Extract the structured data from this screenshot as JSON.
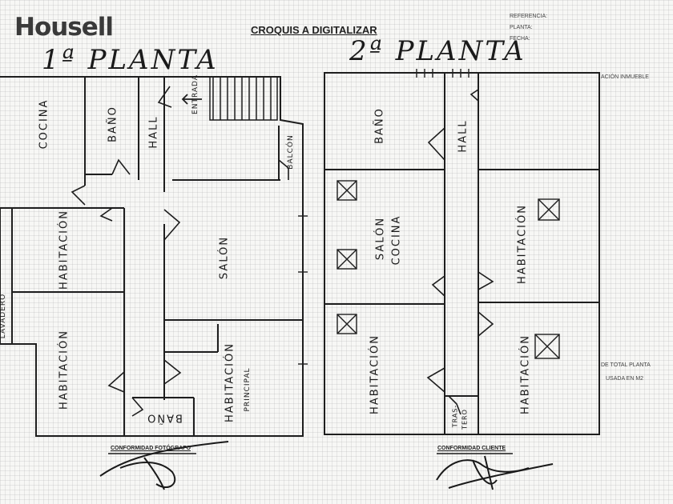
{
  "header": {
    "logo": "Housell",
    "title": "CROQUIS A DIGITALIZAR",
    "meta_referencia": "REFERENCIA:",
    "meta_planta": "PLANTA:",
    "meta_fecha": "FECHA:"
  },
  "side_notes": {
    "direccion": "ACIÓN INMUEBLE",
    "total_planta": "DE TOTAL PLANTA",
    "usada_m2": "USADA EN M2"
  },
  "floors": [
    {
      "title": "1ª PLANTA",
      "rooms": {
        "cocina": "COCINA",
        "bano": "BAÑO",
        "hall": "HALL",
        "entrada": "ENTRADA",
        "balcon": "BALCÓN",
        "habitacion_1": "HABITACIÓN",
        "lavadero": "LAVADERO",
        "salon": "SALÓN",
        "habitacion_2": "HABITACIÓN",
        "habitacion_principal_1": "HABITACIÓN",
        "habitacion_principal_2": "PRINCIPAL",
        "bano_2": "BAÑO"
      }
    },
    {
      "title": "2ª PLANTA",
      "rooms": {
        "bano": "BAÑO",
        "hall": "HALL",
        "salon_cocina_1": "SALÓN",
        "salon_cocina_2": "COCINA",
        "habitacion_1": "HABITACIÓN",
        "habitacion_2": "HABITACIÓN",
        "habitacion_3": "HABITACIÓN",
        "trastero_1": "TRAS-",
        "trastero_2": "TERO"
      }
    }
  ],
  "signatures": {
    "fotografo": "CONFORMIDAD FOTÓGRAFO",
    "cliente": "CONFORMIDAD CLIENTE"
  }
}
